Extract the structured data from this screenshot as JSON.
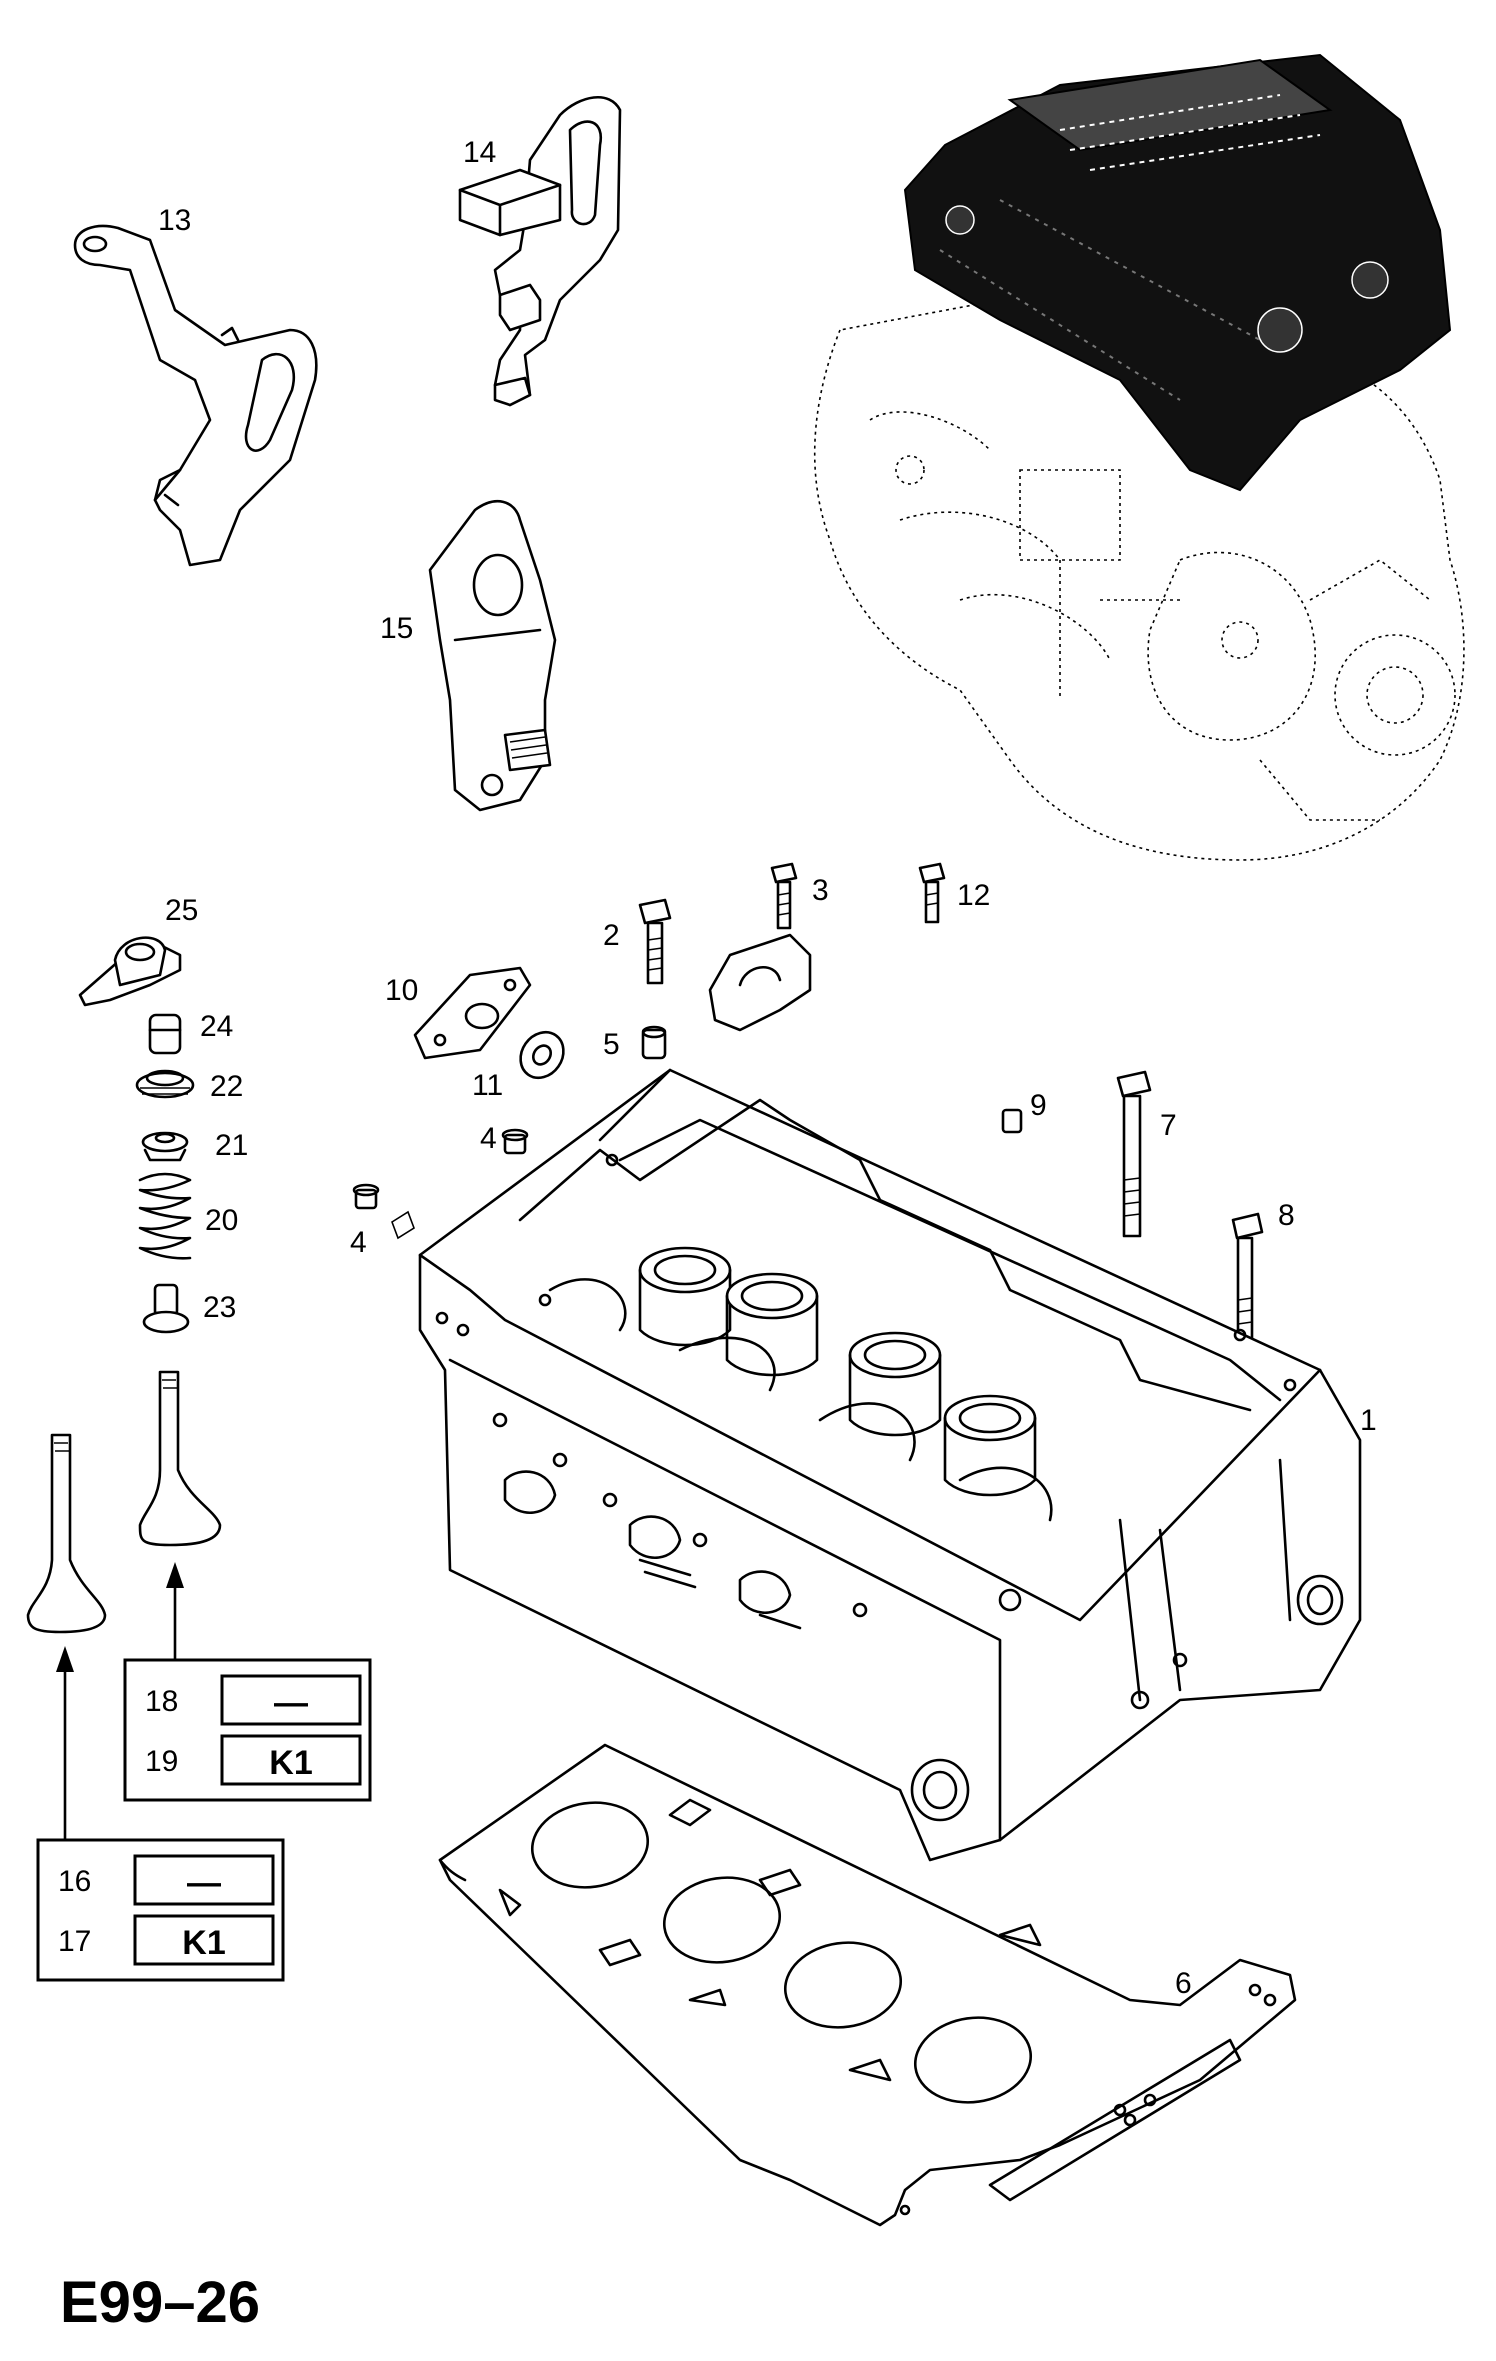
{
  "title": "E99–26",
  "callouts": {
    "p1": "1",
    "p2": "2",
    "p3": "3",
    "p4a": "4",
    "p4b": "4",
    "p5": "5",
    "p6": "6",
    "p7": "7",
    "p8": "8",
    "p9": "9",
    "p10": "10",
    "p11": "11",
    "p12": "12",
    "p13": "13",
    "p14": "14",
    "p15": "15",
    "p20": "20",
    "p21": "21",
    "p22": "22",
    "p23": "23",
    "p24": "24",
    "p25": "25"
  },
  "variant_tables": {
    "upper": [
      {
        "ref": "18",
        "code": "—"
      },
      {
        "ref": "19",
        "code": "K1"
      }
    ],
    "lower": [
      {
        "ref": "16",
        "code": "—"
      },
      {
        "ref": "17",
        "code": "K1"
      }
    ]
  }
}
